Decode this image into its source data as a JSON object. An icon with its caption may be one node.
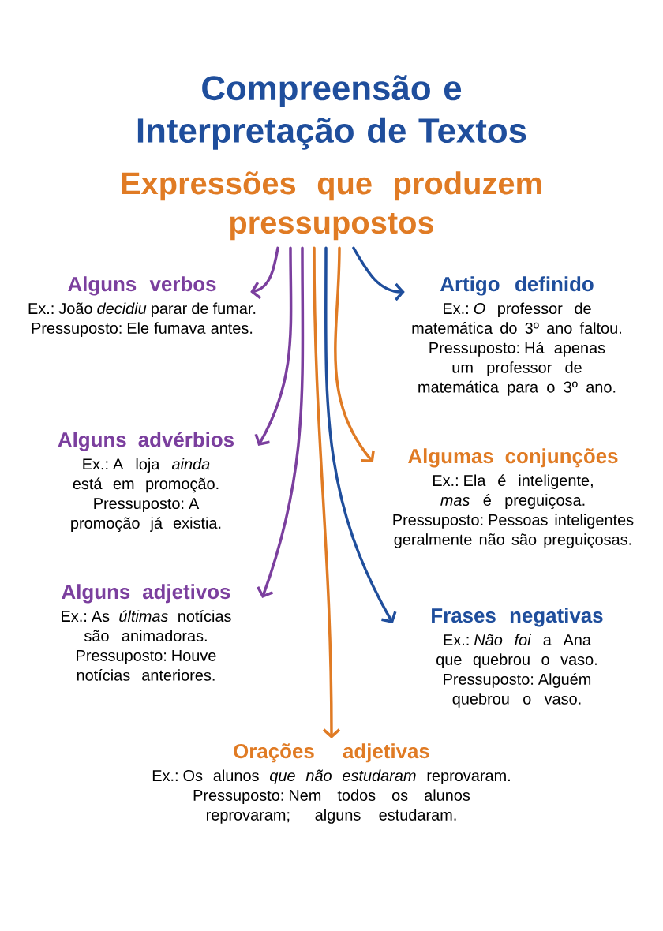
{
  "diagram": {
    "title": "Compreensão e Interpretação de Textos",
    "nodes": [
      {
        "text": [
          "Expressões que produzem pressupostos"
        ]
      },
      {
        "text": [
          "Alguns verbos",
          "Ex.: João *decidiu* parar de fumar.",
          "Pressuposto: Ele fumava antes."
        ]
      },
      {
        "text": [
          "Alguns advérbios",
          "Ex.: A loja *ainda* está em promoção.",
          "Pressuposto: A promoção já existia."
        ]
      },
      {
        "text": [
          "Alguns adjetivos",
          "Ex.: As *últimas* notícias são animadoras.",
          "Pressuposto: Houve notícias anteriores."
        ]
      },
      {
        "text": [
          "Artigo definido",
          "Ex.: *O* professor de matemática do 3º ano faltou.",
          "Pressuposto: Há apenas um professor de matemática para o 3º ano."
        ]
      },
      {
        "text": [
          "Algumas conjunções",
          "Ex.: Ela é inteligente, *mas* é preguiçosa.",
          "Pressuposto: Pessoas inteligentes geralmente não são preguiçosas."
        ]
      },
      {
        "text": [
          "Frases negativas",
          "Ex.: *Não foi* a Ana que quebrou o vaso.",
          "Pressuposto: Alguém quebrou o vaso."
        ]
      },
      {
        "text": [
          "Orações adjetivas",
          "Ex.: Os alunos *que não estudaram* reprovaram.",
          "Pressuposto: Nem todos os alunos reprovaram; alguns estudaram."
        ]
      }
    ],
    "edges": [
      {
        "from": 0,
        "to": 1,
        "arrow": "to"
      },
      {
        "from": 0,
        "to": 2,
        "arrow": "to"
      },
      {
        "from": 0,
        "to": 3,
        "arrow": "to"
      },
      {
        "from": 0,
        "to": 7,
        "arrow": "to",
        "color": "#e07b24"
      },
      {
        "from": 0,
        "to": 6,
        "arrow": "to",
        "color": "#1f4e9c"
      },
      {
        "from": 0,
        "to": 5,
        "arrow": "to",
        "color": "#e07b24"
      },
      {
        "from": 0,
        "to": 4,
        "arrow": "to",
        "color": "#1f4e9c"
      }
    ]
  }
}
